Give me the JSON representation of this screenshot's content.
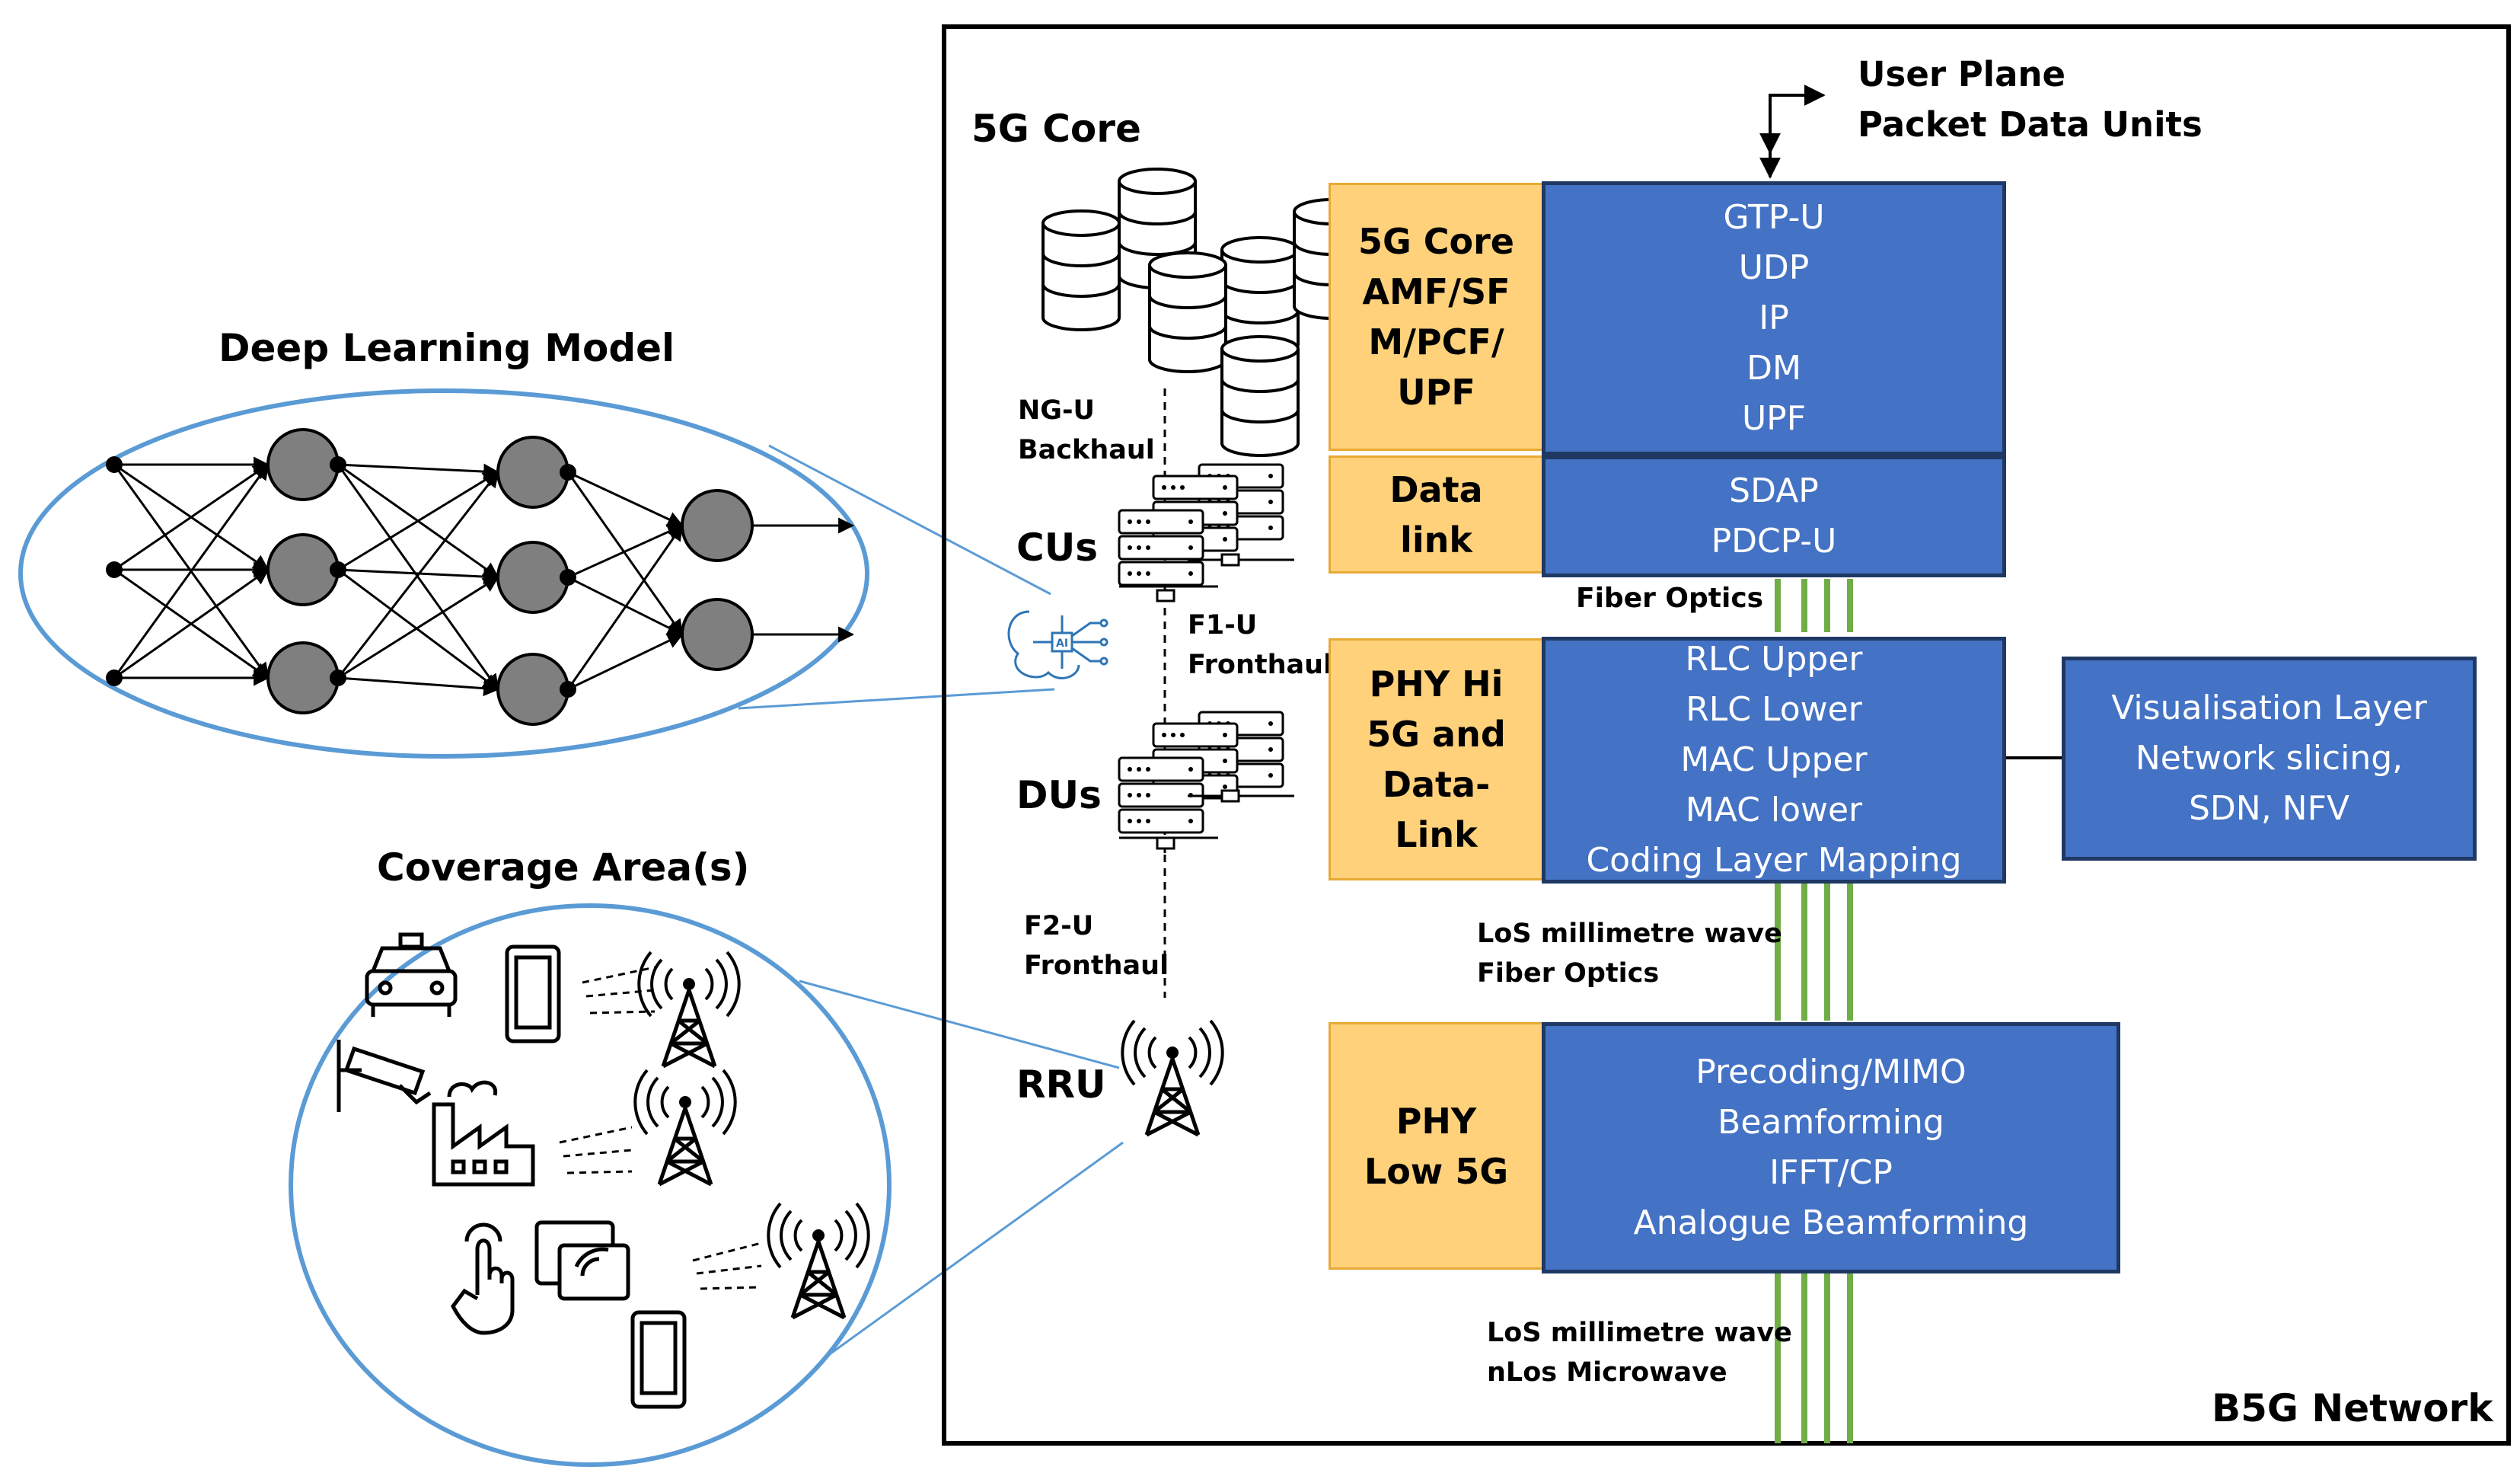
{
  "deep_learning": {
    "title": "Deep Learning Model"
  },
  "coverage": {
    "title": "Coverage Area(s)"
  },
  "network": {
    "label": "B5G Network",
    "core_title": "5G Core",
    "cus": "CUs",
    "dus": "DUs",
    "rru": "RRU",
    "ng_u": [
      "NG-U",
      "Backhaul"
    ],
    "f1_u": [
      "F1-U",
      "Fronthaul"
    ],
    "f2_u": [
      "F2-U",
      "Fronthaul"
    ],
    "user_plane": [
      "User Plane",
      "Packet Data Units"
    ]
  },
  "links": {
    "fiber": "Fiber Optics",
    "los_fiber": [
      "LoS millimetre wave",
      "Fiber Optics"
    ],
    "los_nlos": [
      "LoS millimetre wave",
      "nLos Microwave"
    ]
  },
  "stack": {
    "core": {
      "label": [
        "5G Core",
        "AMF/SF",
        "M/PCF/",
        "UPF"
      ],
      "items": [
        "GTP-U",
        "UDP",
        "IP",
        "DM",
        "UPF"
      ]
    },
    "datalink": {
      "label": [
        "Data",
        "link"
      ],
      "items": [
        "SDAP",
        "PDCP-U"
      ]
    },
    "phyhi": {
      "label": [
        "PHY Hi",
        "5G and",
        "Data-",
        "Link"
      ],
      "items": [
        "RLC Upper",
        "RLC Lower",
        "MAC Upper",
        "MAC lower",
        "Coding Layer Mapping"
      ]
    },
    "phylow": {
      "label": [
        "PHY",
        "Low 5G"
      ],
      "items": [
        "Precoding/MIMO",
        "Beamforming",
        "IFFT/CP",
        "Analogue Beamforming"
      ]
    }
  },
  "visualisation": {
    "items": [
      "Visualisation Layer",
      "Network slicing,",
      "SDN, NFV"
    ]
  },
  "icons": {
    "ai": "ai-chip-icon",
    "tower": "radio-tower-icon",
    "car": "car-icon",
    "phone": "smartphone-icon",
    "camera": "cctv-camera-icon",
    "factory": "factory-icon",
    "touch": "touch-hand-icon",
    "card": "contactless-card-icon",
    "database": "database-icon",
    "server": "server-icon"
  },
  "colors": {
    "block_blue": "#4472C4",
    "block_orange": "#FFD17A",
    "link_green": "#70AD47",
    "outline_blue": "#5B9BD5",
    "node_grey": "#7F7F7F"
  }
}
